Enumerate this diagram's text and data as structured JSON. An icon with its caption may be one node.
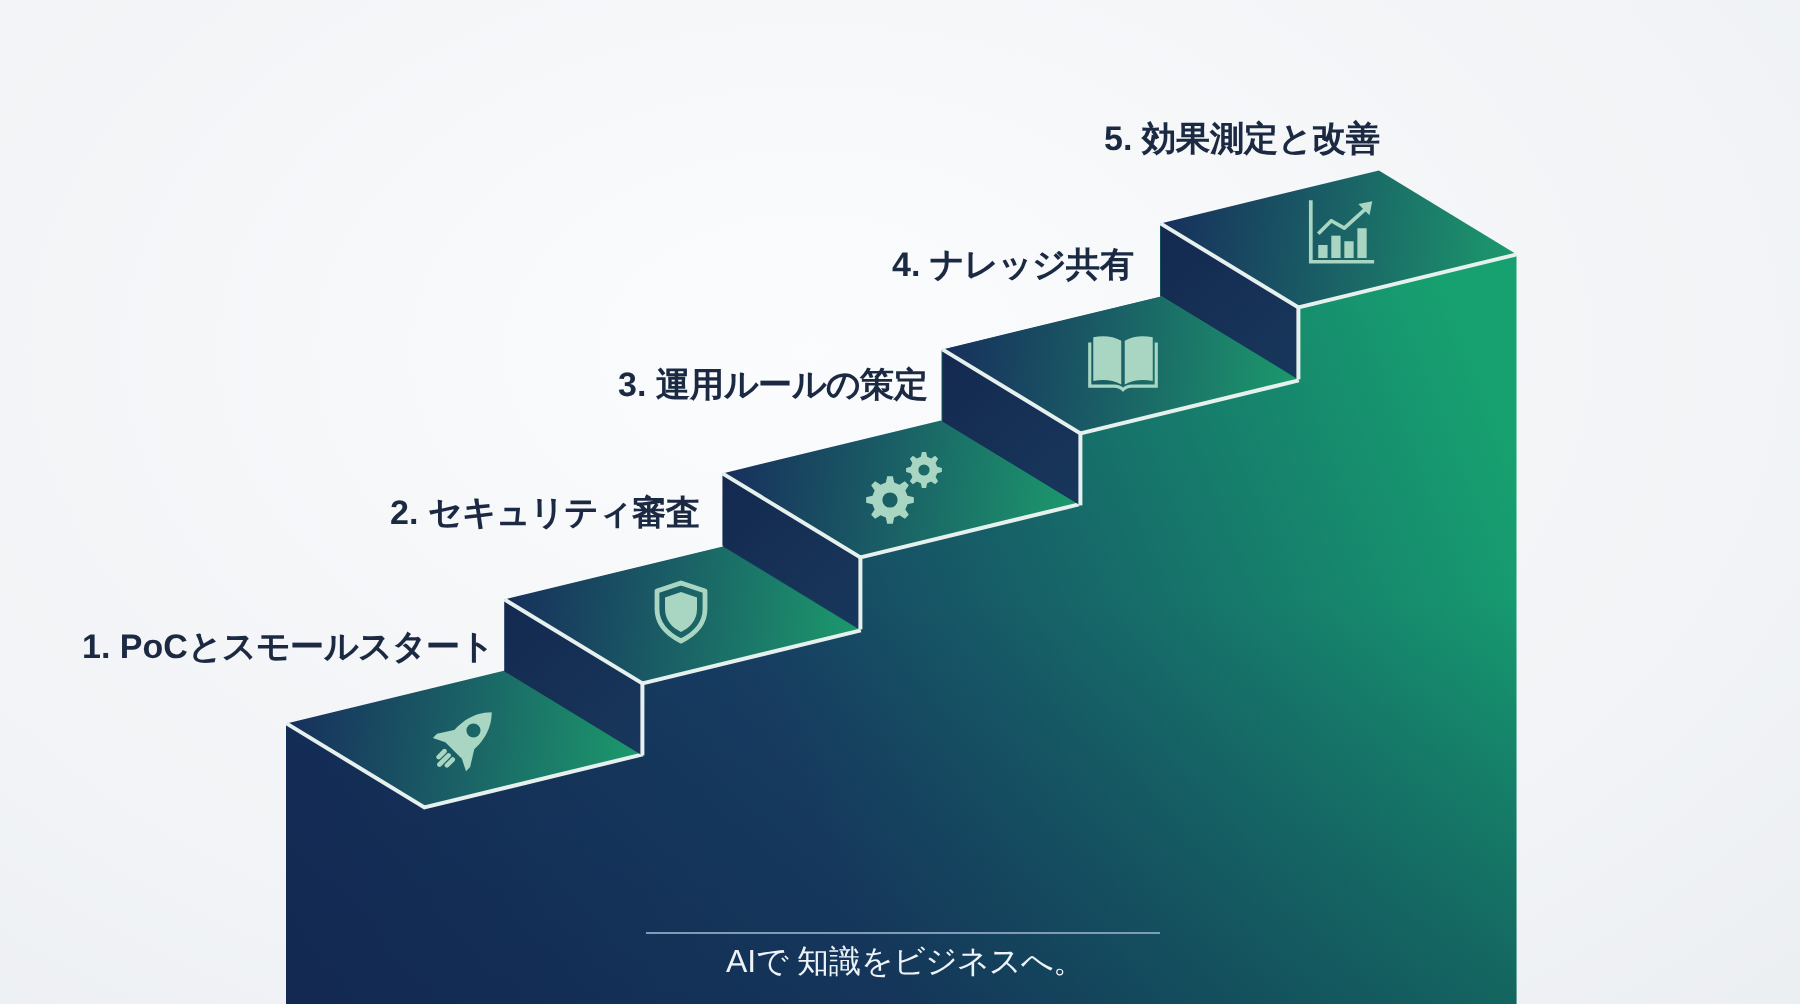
{
  "diagram": {
    "nodes": [
      {
        "text": [
          "1. PoCとスモールスタート"
        ]
      },
      {
        "text": [
          "2. セキュリティ審査"
        ]
      },
      {
        "text": [
          "3. 運用ルールの策定"
        ]
      },
      {
        "text": [
          "4. ナレッジ共有"
        ]
      },
      {
        "text": [
          "5. 効果測定と改善"
        ]
      }
    ],
    "labels": [
      "AIで 知識をビジネスへ。"
    ]
  }
}
